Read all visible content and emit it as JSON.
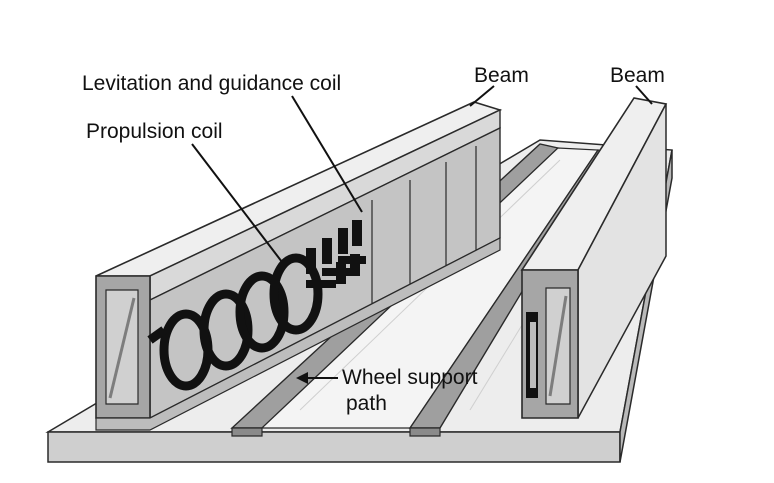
{
  "labels": {
    "levitation_coil": "Levitation and guidance coil",
    "propulsion_coil": "Propulsion coil",
    "beam_left": "Beam",
    "beam_right": "Beam",
    "wheel_support_line1": "Wheel support",
    "wheel_support_line2": "path"
  },
  "colors": {
    "background": "#ffffff",
    "outline": "#2a2a2a",
    "concrete_light": "#f0f0f0",
    "concrete_mid": "#d6d6d6",
    "concrete_dark": "#a9a9a9",
    "coil": "#111111"
  }
}
